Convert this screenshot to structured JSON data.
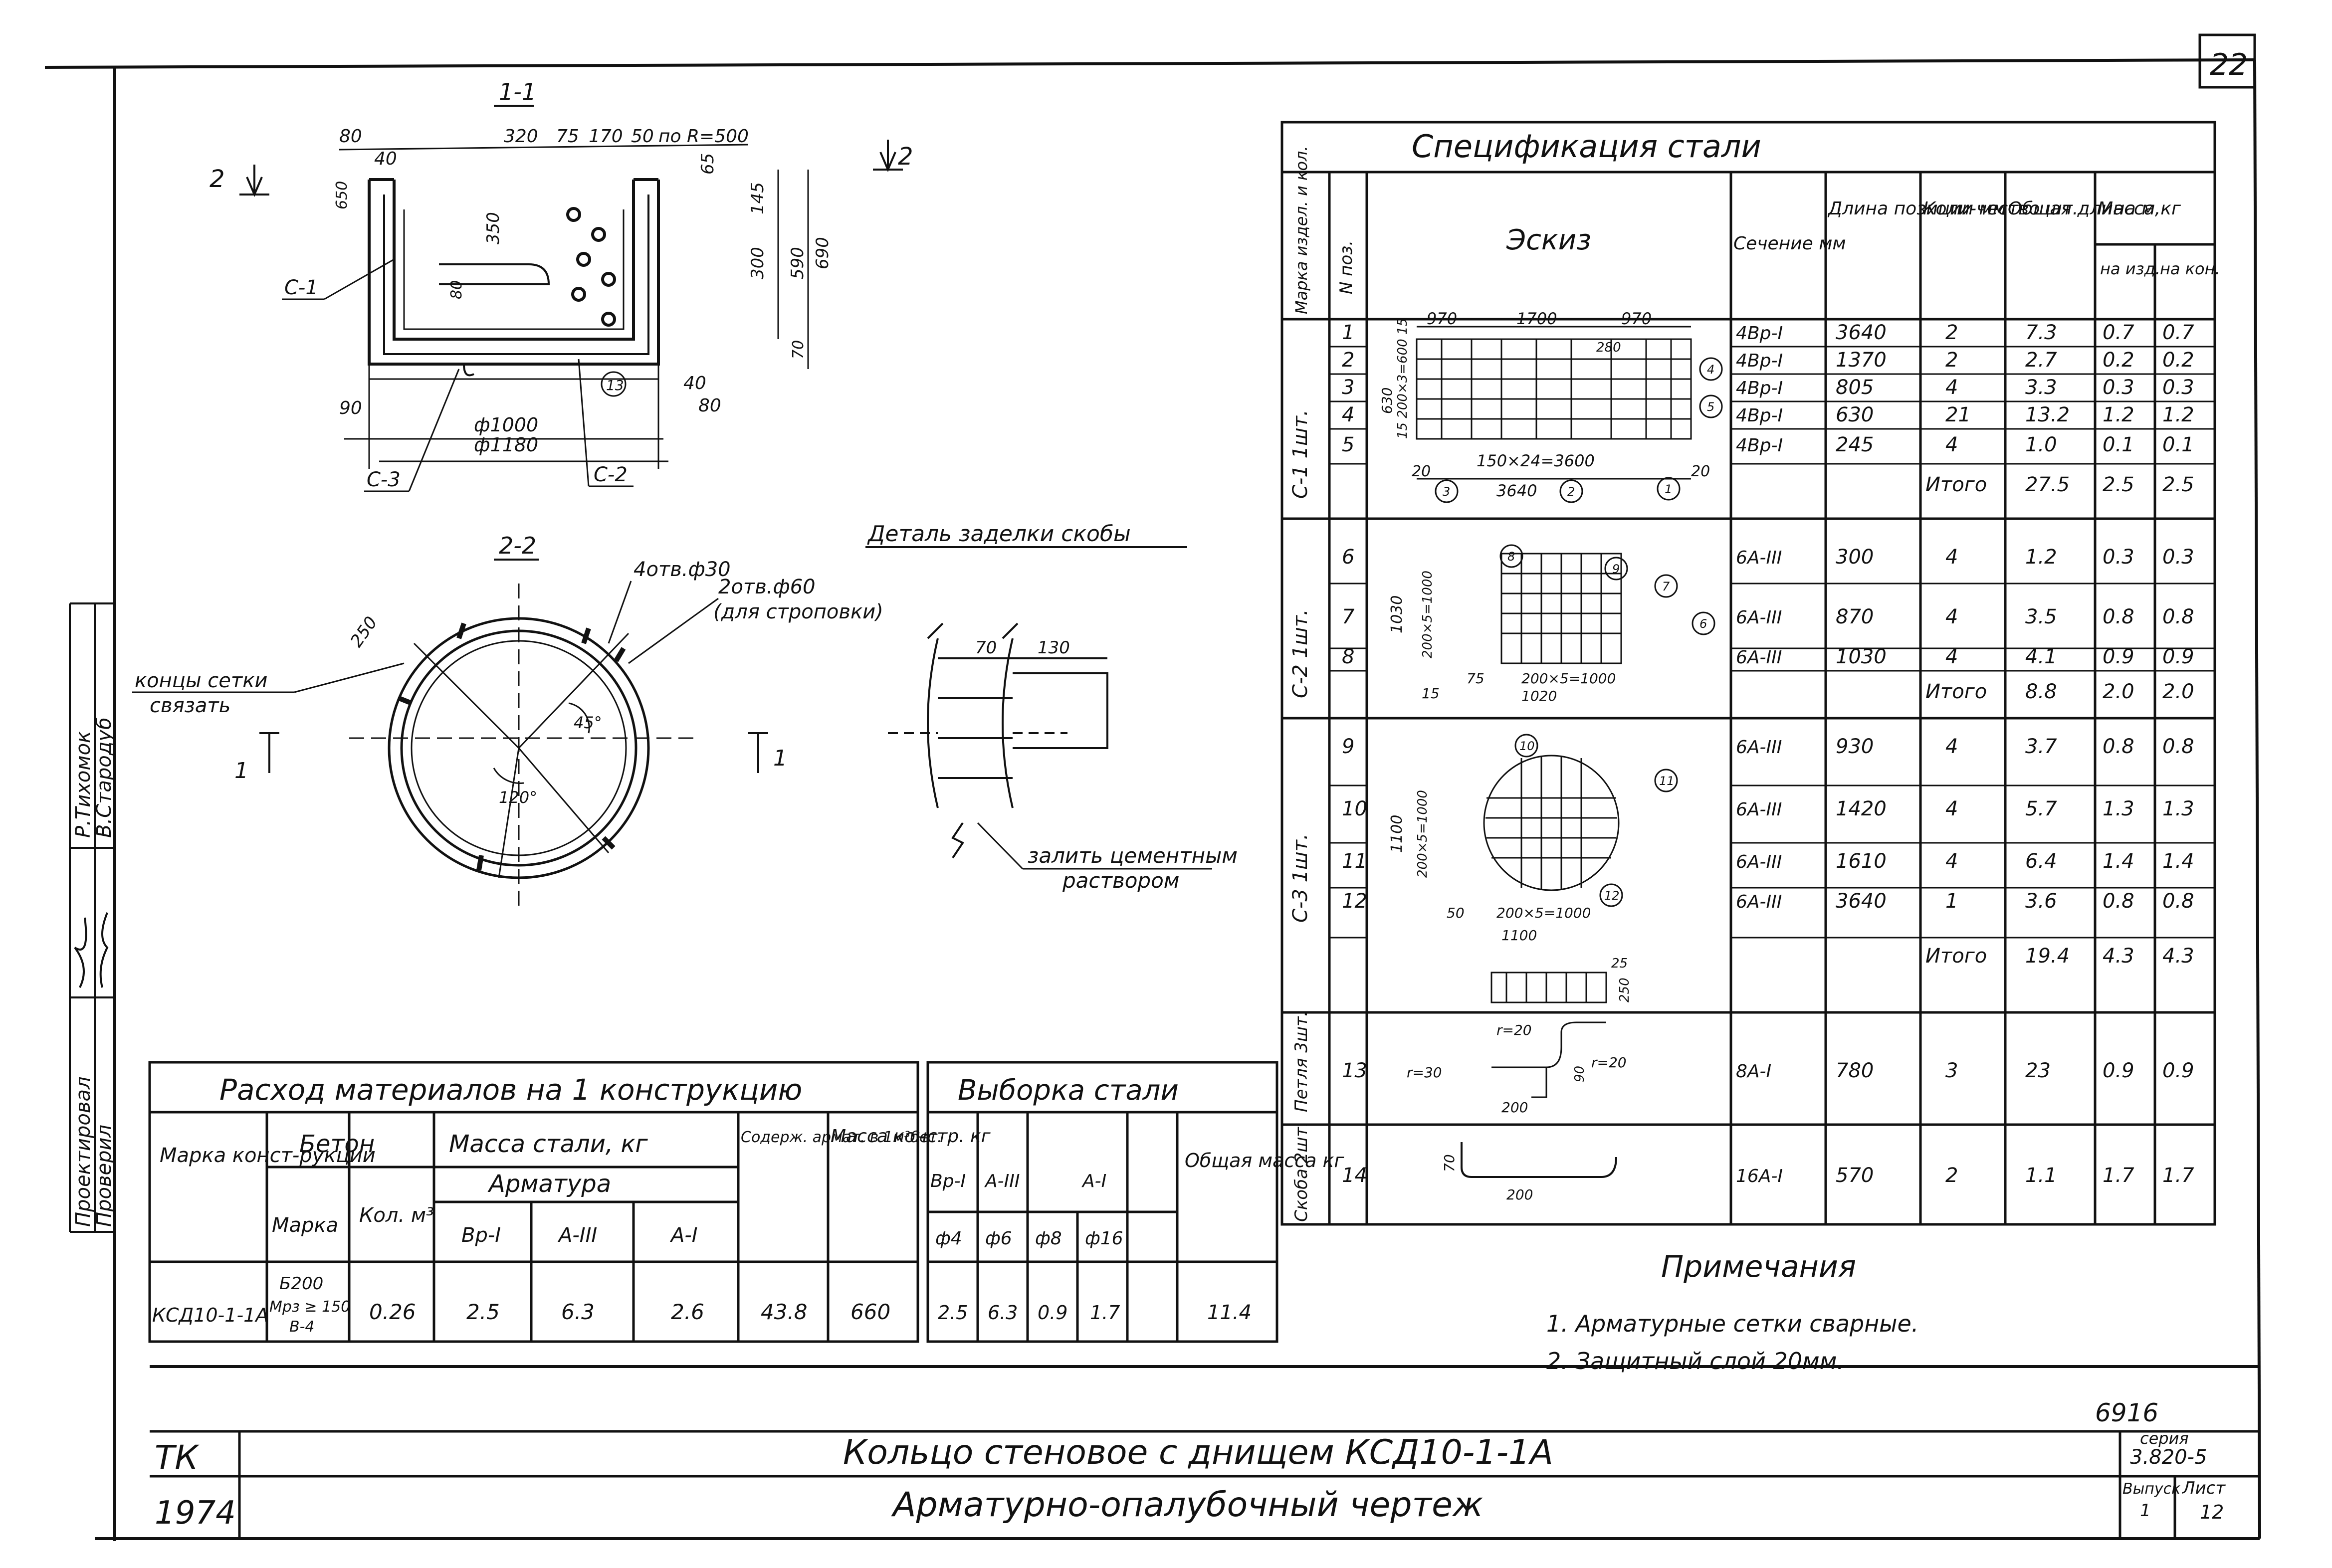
{
  "page_number": "22",
  "sections": {
    "section_1_1": "1-1",
    "section_2_2": "2-2",
    "cut_mark": "2",
    "cut_mark_1": "1"
  },
  "section_1_1_dims": [
    "80",
    "40",
    "320",
    "75",
    "170",
    "50",
    "по R=500",
    "65",
    "145",
    "350",
    "300",
    "590",
    "690",
    "90",
    "40",
    "80",
    "80",
    "70",
    "ф1000",
    "ф1180",
    "650"
  ],
  "section_1_1_labels": {
    "c1": "С-1",
    "c2": "С-2",
    "c3": "С-3",
    "pos13": "13"
  },
  "section_2_2_notes": {
    "holes_4": "4отв.ф30",
    "holes_2": "2отв.ф60",
    "holes_2_note": "(для строповки)",
    "mesh_ends_1": "концы сетки",
    "mesh_ends_2": "связать",
    "dim_250": "250",
    "angle_45": "45°",
    "angle_120": "120°"
  },
  "detail": {
    "title": "Деталь заделки скобы",
    "dim_70": "70",
    "dim_130": "130",
    "note_1": "залить цементным",
    "note_2": "раствором"
  },
  "staff": {
    "designed_label": "Проектировал",
    "checked_label": "Проверил",
    "designed_name": "Р.Тихомок",
    "checked_name": "В.Стародуб"
  },
  "spec": {
    "title": "Спецификация стали",
    "headers": {
      "mark": "Марка издел. и кол.",
      "pos": "N поз.",
      "sketch": "Эскиз",
      "section": "Сечение мм",
      "length": "Длина позиции мм",
      "qty": "Коли-чество шт.",
      "total_len": "Общая длина м",
      "mass": "Масса,кг",
      "mass_item": "на изд.",
      "mass_kon": "на кон."
    },
    "groups": [
      {
        "mark": "С-1 1шт.",
        "rows": [
          {
            "pos": "1",
            "sec": "4Вр-I",
            "len": "3640",
            "qty": "2",
            "tot": "7.3",
            "m1": "0.7",
            "m2": "0.7"
          },
          {
            "pos": "2",
            "sec": "4Вр-I",
            "len": "1370",
            "qty": "2",
            "tot": "2.7",
            "m1": "0.2",
            "m2": "0.2"
          },
          {
            "pos": "3",
            "sec": "4Вр-I",
            "len": "805",
            "qty": "4",
            "tot": "3.3",
            "m1": "0.3",
            "m2": "0.3"
          },
          {
            "pos": "4",
            "sec": "4Вр-I",
            "len": "630",
            "qty": "21",
            "tot": "13.2",
            "m1": "1.2",
            "m2": "1.2"
          },
          {
            "pos": "5",
            "sec": "4Вр-I",
            "len": "245",
            "qty": "4",
            "tot": "1.0",
            "m1": "0.1",
            "m2": "0.1"
          }
        ],
        "total": {
          "label": "Итого",
          "tot": "27.5",
          "m1": "2.5",
          "m2": "2.5"
        }
      },
      {
        "mark": "С-2 1шт.",
        "rows": [
          {
            "pos": "6",
            "sec": "6А-III",
            "len": "300",
            "qty": "4",
            "tot": "1.2",
            "m1": "0.3",
            "m2": "0.3"
          },
          {
            "pos": "7",
            "sec": "6А-III",
            "len": "870",
            "qty": "4",
            "tot": "3.5",
            "m1": "0.8",
            "m2": "0.8"
          },
          {
            "pos": "8",
            "sec": "6А-III",
            "len": "1030",
            "qty": "4",
            "tot": "4.1",
            "m1": "0.9",
            "m2": "0.9"
          }
        ],
        "total": {
          "label": "Итого",
          "tot": "8.8",
          "m1": "2.0",
          "m2": "2.0"
        }
      },
      {
        "mark": "С-3 1шт.",
        "rows": [
          {
            "pos": "9",
            "sec": "6А-III",
            "len": "930",
            "qty": "4",
            "tot": "3.7",
            "m1": "0.8",
            "m2": "0.8"
          },
          {
            "pos": "10",
            "sec": "6А-III",
            "len": "1420",
            "qty": "4",
            "tot": "5.7",
            "m1": "1.3",
            "m2": "1.3"
          },
          {
            "pos": "11",
            "sec": "6А-III",
            "len": "1610",
            "qty": "4",
            "tot": "6.4",
            "m1": "1.4",
            "m2": "1.4"
          },
          {
            "pos": "12",
            "sec": "6А-III",
            "len": "3640",
            "qty": "1",
            "tot": "3.6",
            "m1": "0.8",
            "m2": "0.8"
          }
        ],
        "total": {
          "label": "Итого",
          "tot": "19.4",
          "m1": "4.3",
          "m2": "4.3"
        }
      },
      {
        "mark": "Петля 3шт.",
        "rows": [
          {
            "pos": "13",
            "sec": "8А-I",
            "len": "780",
            "qty": "3",
            "tot": "23",
            "m1": "0.9",
            "m2": "0.9"
          }
        ]
      },
      {
        "mark": "Скоба 2шт.",
        "rows": [
          {
            "pos": "14",
            "sec": "16А-I",
            "len": "570",
            "qty": "2",
            "tot": "1.1",
            "m1": "1.7",
            "m2": "1.7"
          }
        ]
      }
    ],
    "sketch_dims": {
      "c1_top": [
        "970",
        "1700",
        "970"
      ],
      "c1_bottom": "150×24=3600",
      "c1_len": "3640",
      "c1_side": [
        "20",
        "20"
      ],
      "c1_left": "15 200×3=600 15",
      "c1_630": "630",
      "c1_280": "280",
      "c2_h": "1030",
      "c2_side": "200×5=1000",
      "c2_w": "200×5=1000",
      "c2_15": "15",
      "c2_75": "75",
      "c2_1020": "1020",
      "c3_h": "1100",
      "c3_side": "200×5=1000",
      "c3_w": "200×5=1000",
      "c3_50": "50",
      "c3_1100": "1100",
      "c3_25": "25",
      "c3_250": "250",
      "loop_r1": "r=20",
      "loop_r2": "r=30",
      "loop_r3": "r=20",
      "loop_200": "200",
      "loop_90": "90",
      "hook_70": "70",
      "hook_200": "200"
    },
    "callouts": [
      "1",
      "2",
      "3",
      "4",
      "5",
      "6",
      "7",
      "8",
      "9",
      "10",
      "11",
      "12"
    ]
  },
  "materials": {
    "title": "Расход материалов на 1 конструкцию",
    "h_mark": "Марка конст-рукции",
    "h_beton": "Бетон",
    "h_beton_mark": "Марка",
    "h_beton_qty": "Кол. м³",
    "h_steel": "Масса стали, кг",
    "h_armatura": "Арматура",
    "h_bp1": "Вр-I",
    "h_a3": "А-III",
    "h_a1": "А-I",
    "h_content": "Содерж. армат. в 1м³бет.",
    "h_mass": "Масса констр. кг",
    "row": {
      "mark": "КСД10-1-1А",
      "beton_mark_1": "Б200",
      "beton_mark_2": "Мрз ≥ 150",
      "beton_mark_3": "В-4",
      "beton_qty": "0.26",
      "bp1": "2.5",
      "a3": "6.3",
      "a1": "2.6",
      "content": "43.8",
      "mass": "660"
    }
  },
  "steel_select": {
    "title": "Выборка стали",
    "h_bp1": "Вр-I",
    "h_a3": "А-III",
    "h_a1": "А-I",
    "h_total": "Общая масса кг",
    "d4": "ф4",
    "d6": "ф6",
    "d8": "ф8",
    "d16": "ф16",
    "v4": "2.5",
    "v6": "6.3",
    "v8": "0.9",
    "v16": "1.7",
    "total": "11.4"
  },
  "notes": {
    "title": "Примечания",
    "items": [
      "1. Арматурные сетки сварные.",
      "2. Защитный слой 20мм."
    ]
  },
  "title_block": {
    "org": "ТК",
    "year": "1974",
    "title": "Кольцо стеновое с днищем КСД10-1-1А",
    "subtitle": "Арматурно-опалубочный чертеж",
    "series_label": "серия",
    "series": "3.820-5",
    "issue_label": "Выпуск",
    "issue": "1",
    "sheet_label": "Лист",
    "sheet": "12",
    "code": "6916"
  }
}
